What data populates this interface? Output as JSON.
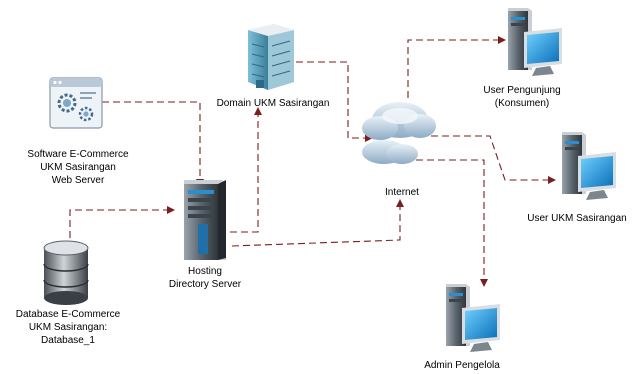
{
  "nodes": {
    "software": {
      "label": "Software E-Commerce\nUKM Sasirangan\nWeb Server",
      "icon": "web-settings-icon"
    },
    "database": {
      "label": "Database E-Commerce\nUKM Sasirangan:\nDatabase_1",
      "icon": "database-icon"
    },
    "hosting": {
      "label": "Hosting\nDirectory Server",
      "icon": "server-tower-icon"
    },
    "domain": {
      "label": "Domain UKM Sasirangan",
      "icon": "building-icon"
    },
    "internet": {
      "label": "Internet",
      "icon": "cloud-icon"
    },
    "user_pengunjung": {
      "label": "User Pengunjung\n(Konsumen)",
      "icon": "workstation-icon"
    },
    "user_ukm": {
      "label": "User UKM Sasirangan",
      "icon": "workstation-icon"
    },
    "admin": {
      "label": "Admin Pengelola",
      "icon": "workstation-icon"
    }
  },
  "colors": {
    "connector": "#7a1e1e",
    "cloud": "#b8cfe3",
    "screen": "#1e8fd6",
    "tower": "#4a5560"
  }
}
